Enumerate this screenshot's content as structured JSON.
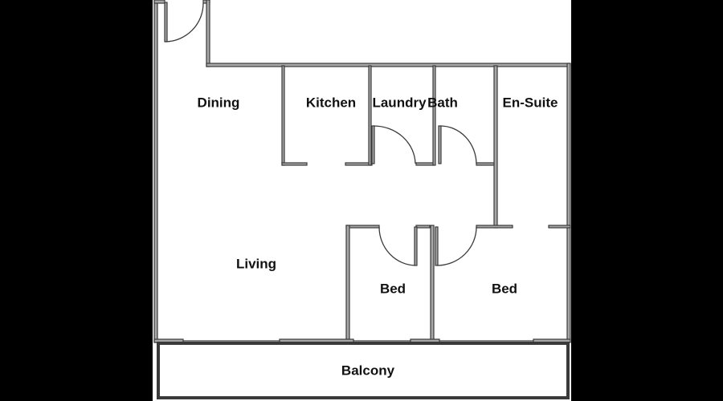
{
  "rooms": {
    "dining": "Dining",
    "kitchen": "Kitchen",
    "laundry": "Laundry",
    "bath": "Bath",
    "ensuite": "En-Suite",
    "living": "Living",
    "bed1": "Bed",
    "bed2": "Bed",
    "balcony": "Balcony"
  }
}
